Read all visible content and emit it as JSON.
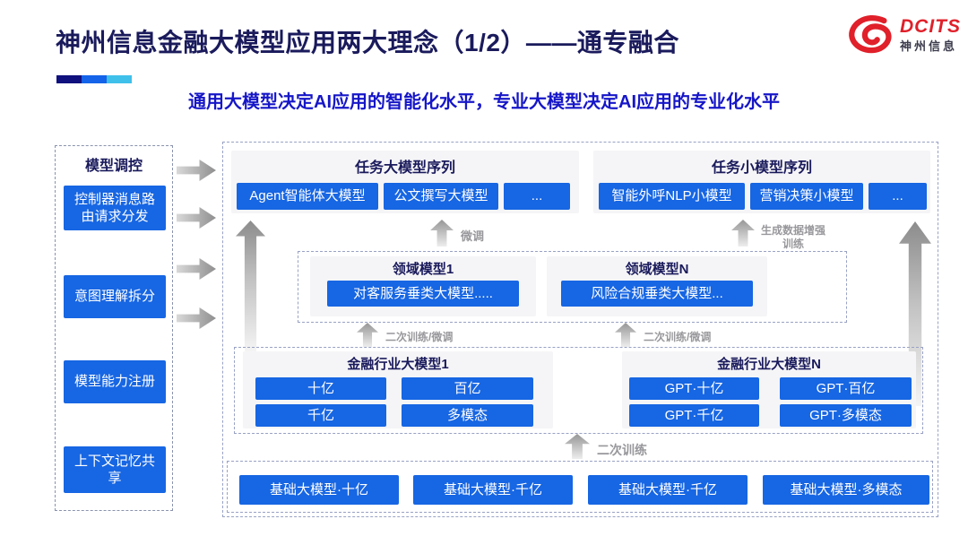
{
  "header": {
    "title": "神州信息金融大模型应用两大理念（1/2）——通专融合",
    "subtitle": "通用大模型决定AI应用的智能化水平，专业大模型决定AI应用的专业化水平",
    "logo": {
      "brand": "DCITS",
      "brand_cn": "神州信息"
    }
  },
  "sidebar": {
    "title": "模型调控",
    "items": [
      {
        "label": "控制器消息路由请求分发"
      },
      {
        "label": "意图理解拆分"
      },
      {
        "label": "模型能力注册"
      },
      {
        "label": "上下文记忆共享"
      }
    ]
  },
  "diagram": {
    "task_large_models": {
      "title": "任务大模型序列",
      "items": [
        "Agent智能体大模型",
        "公文撰写大模型",
        "..."
      ]
    },
    "task_small_models": {
      "title": "任务小模型序列",
      "items": [
        "智能外呼NLP小模型",
        "营销决策小模型",
        "..."
      ]
    },
    "domain_models": [
      {
        "title": "领域模型1",
        "model": "对客服务垂类大模型....."
      },
      {
        "title": "领域模型N",
        "model": "风险合规垂类大模型..."
      }
    ],
    "industry_models": [
      {
        "title": "金融行业大模型1",
        "items": [
          "十亿",
          "百亿",
          "千亿",
          "多模态"
        ]
      },
      {
        "title": "金融行业大模型N",
        "items": [
          "GPT·十亿",
          "GPT·百亿",
          "GPT·千亿",
          "GPT·多模态"
        ]
      }
    ],
    "base_models": [
      "基础大模型·十亿",
      "基础大模型·千亿",
      "基础大模型·千亿",
      "基础大模型·多模态"
    ],
    "arrow_labels": {
      "finetune": "微调",
      "augmented_training": "生成数据增强训练",
      "secondary_left": "二次训练/微调",
      "secondary_right": "二次训练/微调",
      "secondary_training": "二次训练"
    }
  },
  "colors": {
    "accent_navy": "#10107e",
    "accent_blue": "#1463e8",
    "accent_cyan": "#3fc0ea",
    "button_blue": "#1766e3",
    "title_navy": "#1a1a5c",
    "subtitle_blue": "#1616c8",
    "brand_red": "#e0202a"
  }
}
